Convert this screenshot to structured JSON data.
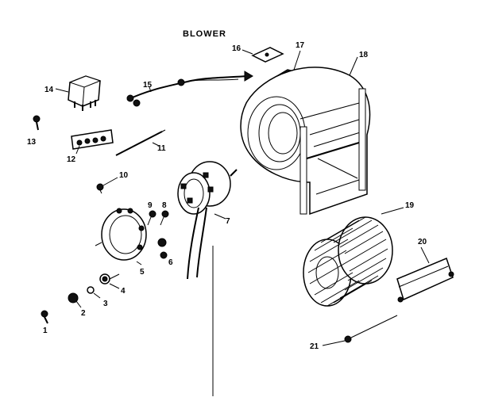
{
  "diagram": {
    "title": "BLOWER",
    "callouts": {
      "c1": "1",
      "c2": "2",
      "c3": "3",
      "c4": "4",
      "c5": "5",
      "c6": "6",
      "c7": "7",
      "c8": "8",
      "c9": "9",
      "c10": "10",
      "c11": "11",
      "c12": "12",
      "c13": "13",
      "c14": "14",
      "c15": "15",
      "c16": "16",
      "c17": "17",
      "c18": "18",
      "c19": "19",
      "c20": "20",
      "c21": "21"
    }
  }
}
